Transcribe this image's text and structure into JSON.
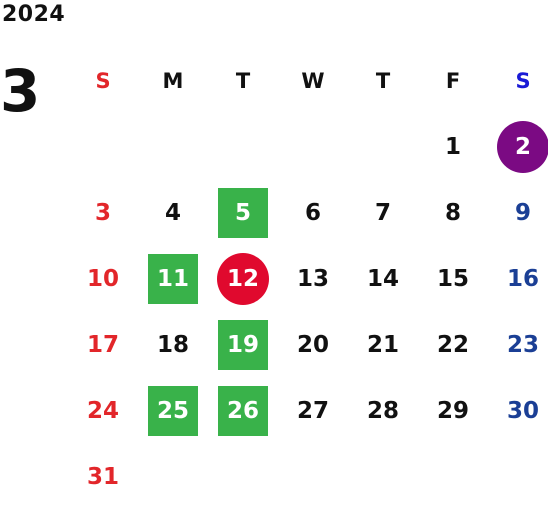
{
  "year": "2024",
  "month": "3",
  "weekdays": [
    "S",
    "M",
    "T",
    "W",
    "T",
    "F",
    "S"
  ],
  "weeks": [
    [
      "",
      "",
      "",
      "",
      "",
      "1",
      "2"
    ],
    [
      "3",
      "4",
      "5",
      "6",
      "7",
      "8",
      "9"
    ],
    [
      "10",
      "11",
      "12",
      "13",
      "14",
      "15",
      "16"
    ],
    [
      "17",
      "18",
      "19",
      "20",
      "21",
      "22",
      "23"
    ],
    [
      "24",
      "25",
      "26",
      "27",
      "28",
      "29",
      "30"
    ],
    [
      "31",
      "",
      "",
      "",
      "",
      "",
      ""
    ]
  ],
  "highlights": {
    "green_square": [
      "5",
      "11",
      "19",
      "25",
      "26"
    ],
    "red_circle": [
      "12"
    ],
    "purple_circle": [
      "2"
    ]
  },
  "colors": {
    "sunday": "#e2262a",
    "saturday": "#1b3f95",
    "green": "#39b24a",
    "red": "#e0092e",
    "purple": "#7b0a83"
  }
}
